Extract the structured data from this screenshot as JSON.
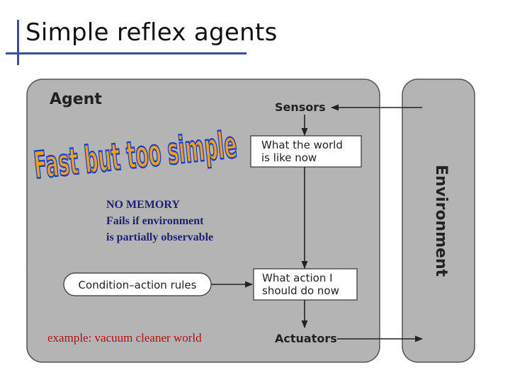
{
  "slide": {
    "title": "Simple reflex agents"
  },
  "diagram": {
    "agent_label": "Agent",
    "environment_label": "Environment",
    "sensors_label": "Sensors",
    "actuators_label": "Actuators",
    "world_box": {
      "line1": "What the world",
      "line2": "is like now"
    },
    "action_box": {
      "line1": "What action I",
      "line2": "should do now"
    },
    "rules_label": "Condition–action rules",
    "colors": {
      "agent_fill": "#b4b4b4",
      "box_fill": "#ffffff",
      "arrow": "#222222",
      "callout_fill": "#f0a020",
      "callout_stroke": "#1a40c8"
    }
  },
  "annotations": {
    "callout": "Fast but too simple",
    "notes": [
      "NO MEMORY",
      "Fails if environment",
      "is partially observable"
    ],
    "example": "example: vacuum cleaner world"
  }
}
